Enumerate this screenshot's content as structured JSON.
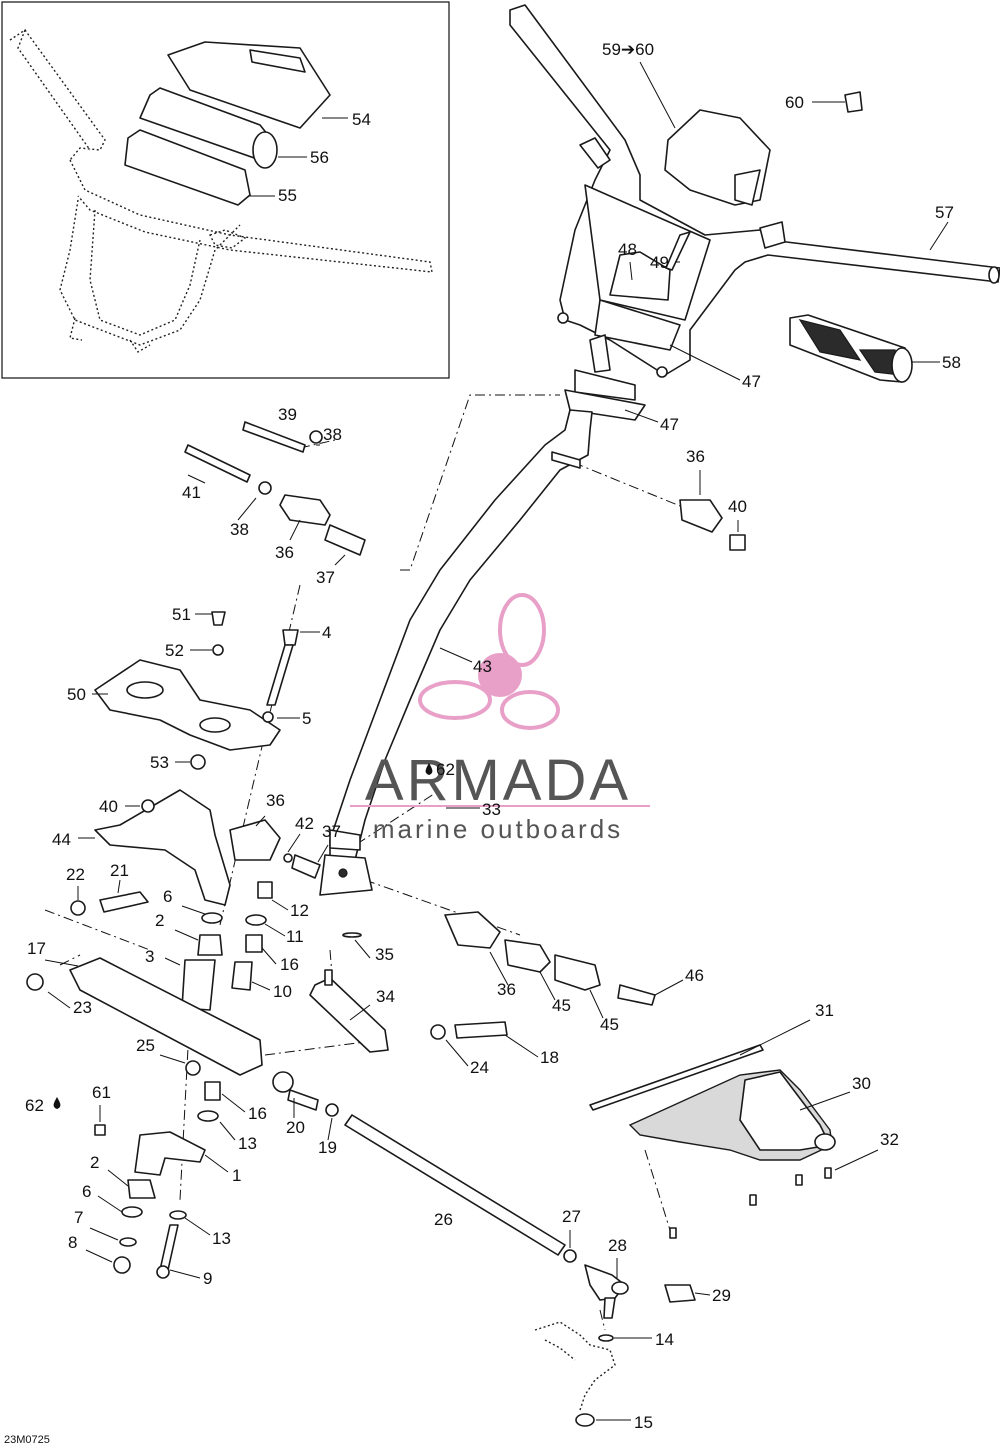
{
  "drawing_code": "23M0725",
  "watermark": {
    "brand": "ARMADA",
    "tagline": "marine outboards",
    "accent_color": "#e8a0c8",
    "text_color": "#555555"
  },
  "callouts": [
    {
      "id": "c54",
      "label": "54"
    },
    {
      "id": "c56",
      "label": "56"
    },
    {
      "id": "c55",
      "label": "55"
    },
    {
      "id": "c59",
      "label": "59➔60"
    },
    {
      "id": "c60",
      "label": "60"
    },
    {
      "id": "c57",
      "label": "57"
    },
    {
      "id": "c48",
      "label": "48"
    },
    {
      "id": "c49",
      "label": "49"
    },
    {
      "id": "c58",
      "label": "58"
    },
    {
      "id": "c47a",
      "label": "47"
    },
    {
      "id": "c47b",
      "label": "47"
    },
    {
      "id": "c39",
      "label": "39"
    },
    {
      "id": "c38a",
      "label": "38"
    },
    {
      "id": "c41",
      "label": "41"
    },
    {
      "id": "c38b",
      "label": "38"
    },
    {
      "id": "c36a",
      "label": "36"
    },
    {
      "id": "c37a",
      "label": "37"
    },
    {
      "id": "c36b",
      "label": "36"
    },
    {
      "id": "c40a",
      "label": "40"
    },
    {
      "id": "c51",
      "label": "51"
    },
    {
      "id": "c4",
      "label": "4"
    },
    {
      "id": "c52",
      "label": "52"
    },
    {
      "id": "c43",
      "label": "43"
    },
    {
      "id": "c50",
      "label": "50"
    },
    {
      "id": "c5",
      "label": "5"
    },
    {
      "id": "c53",
      "label": "53"
    },
    {
      "id": "c62a",
      "label": "62"
    },
    {
      "id": "c33",
      "label": "33"
    },
    {
      "id": "c40b",
      "label": "40"
    },
    {
      "id": "c36c",
      "label": "36"
    },
    {
      "id": "c42",
      "label": "42"
    },
    {
      "id": "c37b",
      "label": "37"
    },
    {
      "id": "c44",
      "label": "44"
    },
    {
      "id": "c22",
      "label": "22"
    },
    {
      "id": "c21",
      "label": "21"
    },
    {
      "id": "c6a",
      "label": "6"
    },
    {
      "id": "c12",
      "label": "12"
    },
    {
      "id": "c2a",
      "label": "2"
    },
    {
      "id": "c11",
      "label": "11"
    },
    {
      "id": "c17",
      "label": "17"
    },
    {
      "id": "c3",
      "label": "3"
    },
    {
      "id": "c16a",
      "label": "16"
    },
    {
      "id": "c35",
      "label": "35"
    },
    {
      "id": "c10",
      "label": "10"
    },
    {
      "id": "c36d",
      "label": "36"
    },
    {
      "id": "c46",
      "label": "46"
    },
    {
      "id": "c23",
      "label": "23"
    },
    {
      "id": "c34",
      "label": "34"
    },
    {
      "id": "c45a",
      "label": "45"
    },
    {
      "id": "c45b",
      "label": "45"
    },
    {
      "id": "c31",
      "label": "31"
    },
    {
      "id": "c25",
      "label": "25"
    },
    {
      "id": "c24",
      "label": "24"
    },
    {
      "id": "c18",
      "label": "18"
    },
    {
      "id": "c30",
      "label": "30"
    },
    {
      "id": "c61",
      "label": "61"
    },
    {
      "id": "c62b",
      "label": "62"
    },
    {
      "id": "c16b",
      "label": "16"
    },
    {
      "id": "c20",
      "label": "20"
    },
    {
      "id": "c19",
      "label": "19"
    },
    {
      "id": "c32",
      "label": "32"
    },
    {
      "id": "c13a",
      "label": "13"
    },
    {
      "id": "c1",
      "label": "1"
    },
    {
      "id": "c2b",
      "label": "2"
    },
    {
      "id": "c26",
      "label": "26"
    },
    {
      "id": "c6b",
      "label": "6"
    },
    {
      "id": "c27",
      "label": "27"
    },
    {
      "id": "c7",
      "label": "7"
    },
    {
      "id": "c13b",
      "label": "13"
    },
    {
      "id": "c28",
      "label": "28"
    },
    {
      "id": "c8",
      "label": "8"
    },
    {
      "id": "c9",
      "label": "9"
    },
    {
      "id": "c29",
      "label": "29"
    },
    {
      "id": "c14",
      "label": "14"
    },
    {
      "id": "c15",
      "label": "15"
    }
  ]
}
